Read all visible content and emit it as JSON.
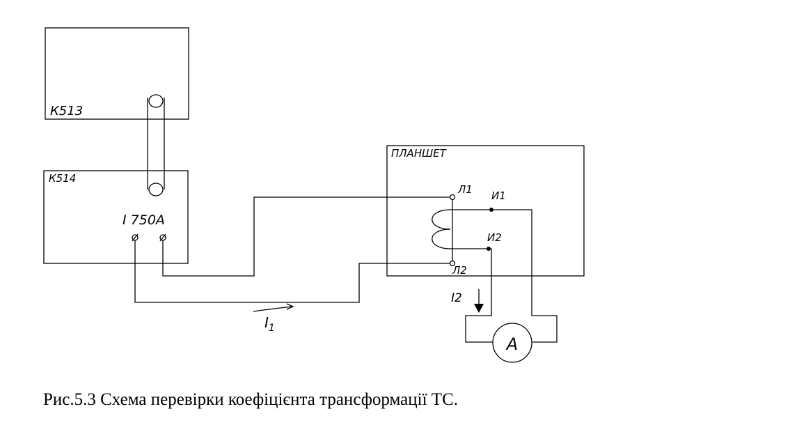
{
  "diagram": {
    "devices": {
      "k513": "К513",
      "k514": "К514",
      "output": "I 750А",
      "board": "ПЛАНШЕТ"
    },
    "terminals": {
      "l1": "Л1",
      "l2": "Л2",
      "i1": "И1",
      "i2": "И2"
    },
    "currents": {
      "i1": "I",
      "i1_sub": "1",
      "i2": "I2"
    },
    "meter": "A"
  },
  "caption": "Рис.5.3 Схема перевірки коефіцієнта трансформації ТС."
}
